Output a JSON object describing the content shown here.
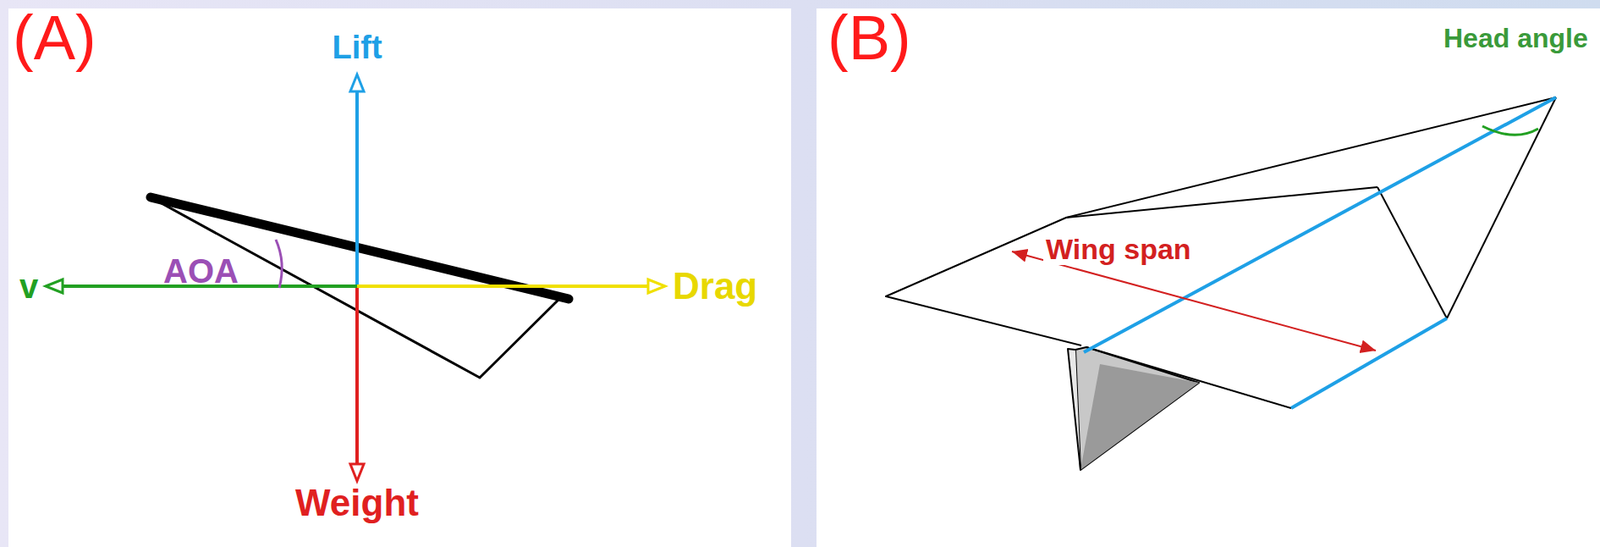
{
  "diagram": {
    "labels": [
      "(A)",
      "Lift",
      "AOA",
      "v",
      "Drag",
      "Weight",
      "(B)",
      "Head angle",
      "Wing span"
    ]
  }
}
